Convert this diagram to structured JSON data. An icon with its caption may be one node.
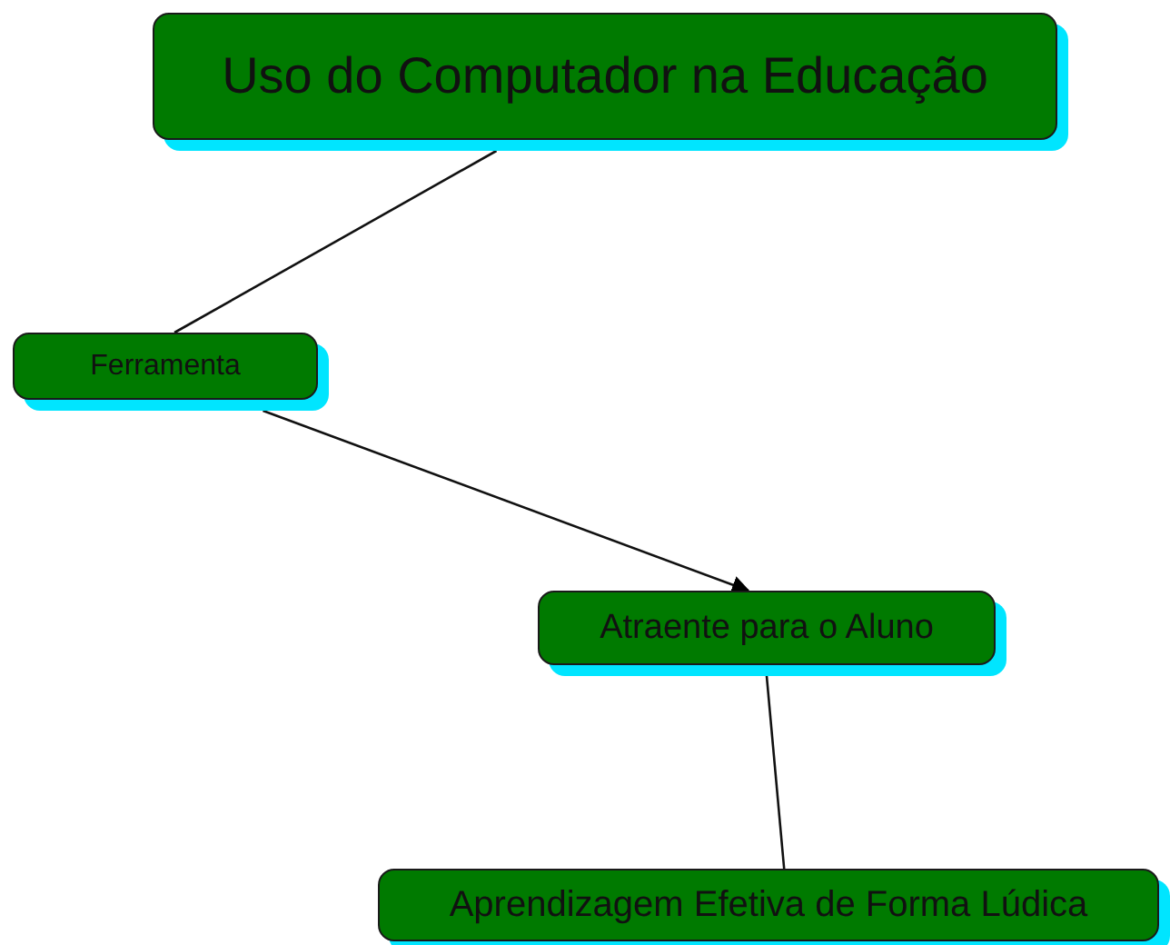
{
  "diagram": {
    "nodes": [
      {
        "text": [
          "Uso do Computador na Educação"
        ]
      },
      {
        "text": [
          "Ferramenta"
        ]
      },
      {
        "text": [
          "Atraente para o Aluno"
        ]
      },
      {
        "text": [
          "Aprendizagem Efetiva de Forma Lúdica"
        ]
      }
    ],
    "edges": [
      {
        "from": 0,
        "to": 1,
        "arrow": "none"
      },
      {
        "from": 1,
        "to": 2,
        "arrow": "to"
      },
      {
        "from": 2,
        "to": 3,
        "arrow": "none"
      }
    ]
  }
}
